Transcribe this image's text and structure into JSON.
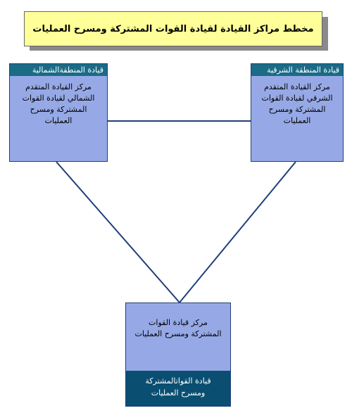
{
  "title": "مخطط مراكز القيادة لقيادة القوات المشتركة ومسرح العمليات",
  "nodes": {
    "left": {
      "header": "قيادة المنطقةالشمالية",
      "body": "مركز القيادة المتقدم الشمالي لقيادة القوات المشتركة ومسرح العمليات"
    },
    "right": {
      "header": "قيادة المنطقة الشرقية",
      "body": "مركز القيادة المتقدم الشرقي لقيادة القوات المشتركة ومسرح العمليات"
    },
    "bottom": {
      "body": "مركز قيادة القوات المشتركة ومسرح العمليات",
      "footer": "قيادة القواتالمشتركة ومسرح العمليات"
    }
  },
  "colors": {
    "title_bg": "#ffff99",
    "node_fill": "#96a9e6",
    "header_bg": "#1a6b86",
    "footer_bg": "#0a4f72",
    "line": "#1f3f7a"
  }
}
